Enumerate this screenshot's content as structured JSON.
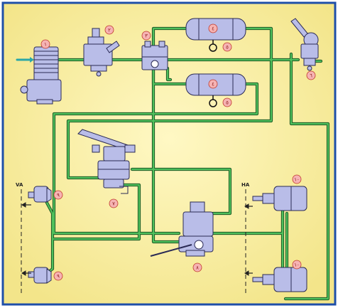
{
  "colors": {
    "frame": "#1f4fa8",
    "pipe": "#3fa84f",
    "pipe_edge": "#1d5a26",
    "component_fill": "#b9bde8",
    "component_stroke": "#2a2a55",
    "label_fill": "#f6b3b3",
    "label_text": "#8b1a1a",
    "bg_center": "#fff7b8",
    "bg_edge": "#f5e890"
  },
  "axles": {
    "front": "VA",
    "rear": "HA"
  },
  "labels": [
    {
      "id": "compressor",
      "text": "١"
    },
    {
      "id": "pressure-regulator",
      "text": "٢"
    },
    {
      "id": "four-circuit-valve",
      "text": "٣"
    },
    {
      "id": "reservoir-top",
      "text": "٤"
    },
    {
      "id": "reservoir-bottom",
      "text": "٤"
    },
    {
      "id": "drain-top",
      "text": "٥"
    },
    {
      "id": "drain-bottom",
      "text": "٥"
    },
    {
      "id": "hand-brake-valve",
      "text": "٦"
    },
    {
      "id": "foot-brake-valve",
      "text": "٧"
    },
    {
      "id": "trailer-control-valve",
      "text": "٨"
    },
    {
      "id": "front-chamber-top",
      "text": "٩"
    },
    {
      "id": "front-chamber-bottom",
      "text": "٩"
    },
    {
      "id": "rear-chamber-top",
      "text": "١٠"
    },
    {
      "id": "rear-chamber-bottom",
      "text": "١٠"
    }
  ]
}
